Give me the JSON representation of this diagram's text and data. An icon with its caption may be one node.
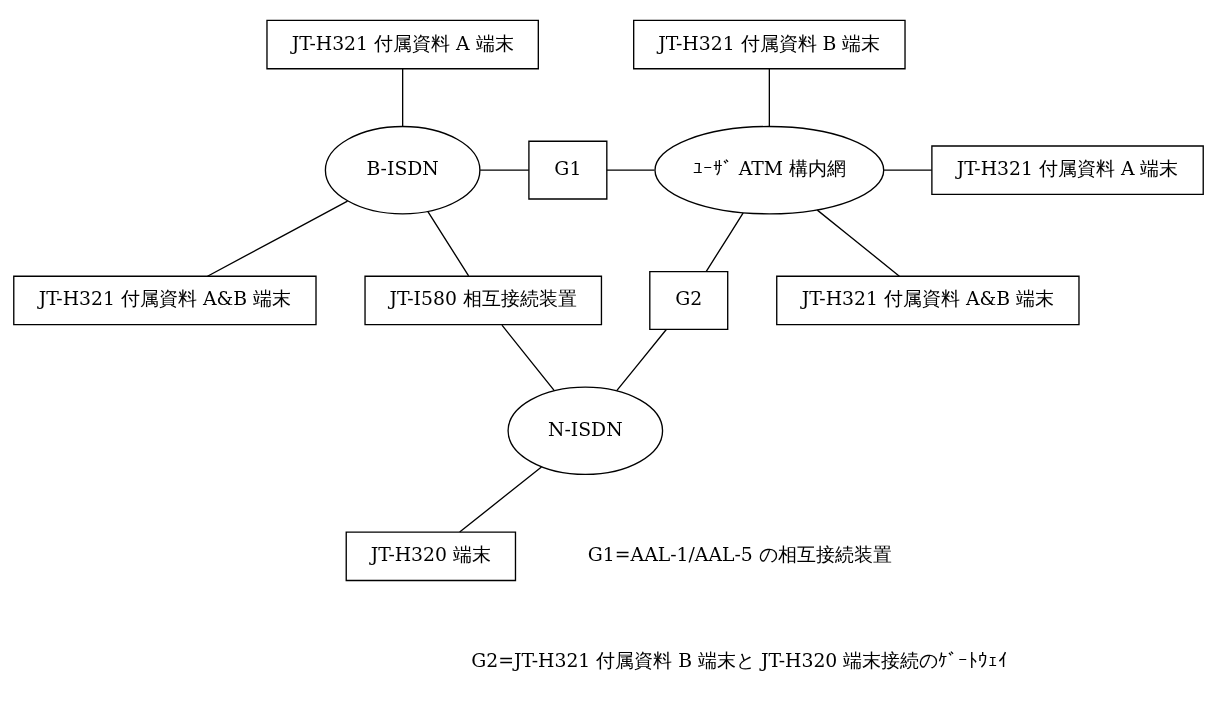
{
  "diagram": {
    "nodes": [
      {
        "text": [
          "JT-H321 付属資料 A 端末"
        ]
      },
      {
        "text": [
          "JT-H321 付属資料 B 端末"
        ]
      },
      {
        "text": [
          "B-ISDN"
        ]
      },
      {
        "text": [
          "G1"
        ]
      },
      {
        "text": [
          "ﾕｰｻﾞ ATM 構内網"
        ]
      },
      {
        "text": [
          "JT-H321 付属資料 A 端末"
        ]
      },
      {
        "text": [
          "JT-H321 付属資料 A&B 端末"
        ]
      },
      {
        "text": [
          "JT-I580 相互接続装置"
        ]
      },
      {
        "text": [
          "G2"
        ]
      },
      {
        "text": [
          "JT-H321 付属資料 A&B 端末"
        ]
      },
      {
        "text": [
          "N-ISDN"
        ]
      },
      {
        "text": [
          "JT-H320 端末"
        ]
      }
    ],
    "edges": [
      {
        "from": 0,
        "to": 2,
        "arrow": "none"
      },
      {
        "from": 2,
        "to": 3,
        "arrow": "none"
      },
      {
        "from": 3,
        "to": 4,
        "arrow": "none"
      },
      {
        "from": 4,
        "to": 1,
        "arrow": "none"
      },
      {
        "from": 4,
        "to": 5,
        "arrow": "none"
      },
      {
        "from": 4,
        "to": 9,
        "arrow": "none"
      },
      {
        "from": 2,
        "to": 6,
        "arrow": "none"
      },
      {
        "from": 2,
        "to": 7,
        "arrow": "none"
      },
      {
        "from": 4,
        "to": 8,
        "arrow": "none"
      },
      {
        "from": 7,
        "to": 10,
        "arrow": "none"
      },
      {
        "from": 8,
        "to": 10,
        "arrow": "none"
      },
      {
        "from": 10,
        "to": 11,
        "arrow": "none"
      }
    ],
    "labels": [
      "G1=AAL-1/AAL-5 の相互接続装置",
      "G2=JT-H321 付属資料 B 端末と JT-H320 端末接続のｹﾞｰﾄｳｪｲ"
    ]
  }
}
